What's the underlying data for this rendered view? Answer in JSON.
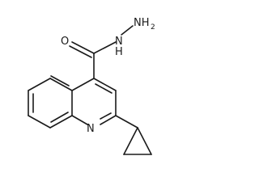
{
  "molecule": {
    "atom_labels": {
      "amine": "NH",
      "amine_subscript": "2",
      "hydrazide_nh": "N",
      "hydrazide_h": "H",
      "carbonyl_o": "O",
      "ring_n": "N"
    },
    "line_color": "#1a1a1a"
  }
}
